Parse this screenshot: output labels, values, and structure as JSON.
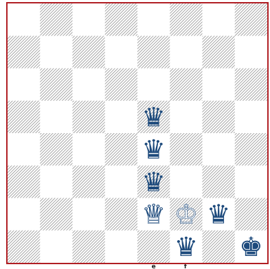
{
  "board": {
    "files": [
      "a",
      "b",
      "c",
      "d",
      "e",
      "f",
      "g",
      "h"
    ],
    "ranks": [
      "8",
      "7",
      "6",
      "5",
      "4",
      "3",
      "2",
      "1"
    ],
    "border_color": "#b01e23",
    "dark_square_style": "diagonal-hatch",
    "hatch_color": "#8a8a8a",
    "piece_color": "#1d4a7c",
    "outline_piece_fill": "#ffffff",
    "visible_coordinates": [
      "e",
      "f"
    ]
  },
  "pieces": [
    {
      "square": "e5",
      "piece": "queen",
      "color": "dark",
      "glyph": "♛",
      "icon": "queen-icon"
    },
    {
      "square": "e4",
      "piece": "queen",
      "color": "dark",
      "glyph": "♛",
      "icon": "queen-icon"
    },
    {
      "square": "e3",
      "piece": "queen",
      "color": "dark",
      "glyph": "♛",
      "icon": "queen-icon"
    },
    {
      "square": "e2",
      "piece": "queen",
      "color": "light",
      "glyph": "♕",
      "icon": "queen-icon"
    },
    {
      "square": "f2",
      "piece": "king",
      "color": "light",
      "glyph": "♔",
      "icon": "king-icon"
    },
    {
      "square": "g2",
      "piece": "queen",
      "color": "dark",
      "glyph": "♛",
      "icon": "queen-icon"
    },
    {
      "square": "f1",
      "piece": "queen",
      "color": "dark",
      "glyph": "♛",
      "icon": "queen-icon"
    },
    {
      "square": "h1",
      "piece": "king",
      "color": "dark",
      "glyph": "♚",
      "icon": "king-icon"
    }
  ]
}
